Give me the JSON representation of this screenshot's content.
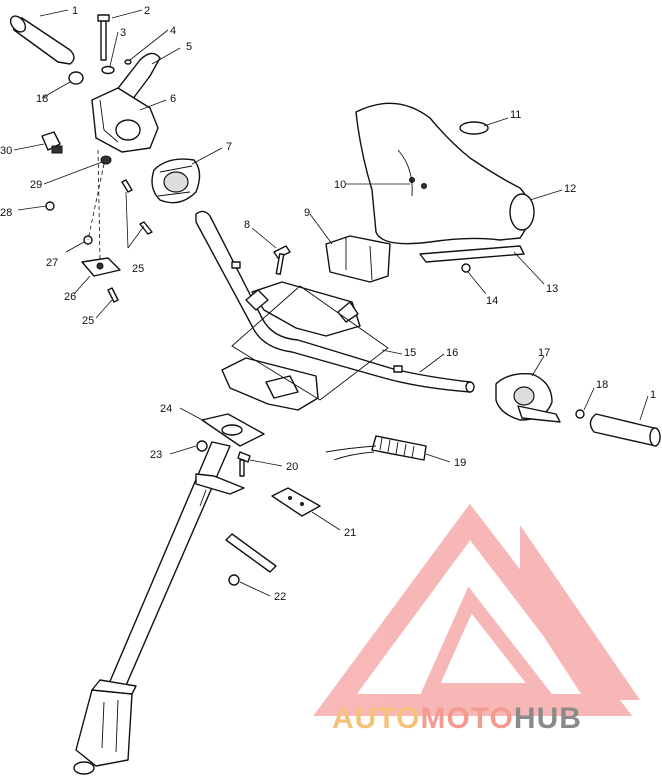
{
  "callouts": [
    {
      "id": "1a",
      "text": "1"
    },
    {
      "id": "2",
      "text": "2"
    },
    {
      "id": "3",
      "text": "3"
    },
    {
      "id": "4",
      "text": "4"
    },
    {
      "id": "5",
      "text": "5"
    },
    {
      "id": "6",
      "text": "6"
    },
    {
      "id": "7",
      "text": "7"
    },
    {
      "id": "8",
      "text": "8"
    },
    {
      "id": "9",
      "text": "9"
    },
    {
      "id": "10",
      "text": "10"
    },
    {
      "id": "11",
      "text": "11"
    },
    {
      "id": "12",
      "text": "12"
    },
    {
      "id": "13",
      "text": "13"
    },
    {
      "id": "14",
      "text": "14"
    },
    {
      "id": "15",
      "text": "15"
    },
    {
      "id": "16",
      "text": "16"
    },
    {
      "id": "17",
      "text": "17"
    },
    {
      "id": "18a",
      "text": "18"
    },
    {
      "id": "18b",
      "text": "18"
    },
    {
      "id": "19",
      "text": "19"
    },
    {
      "id": "20",
      "text": "20"
    },
    {
      "id": "21",
      "text": "21"
    },
    {
      "id": "22",
      "text": "22"
    },
    {
      "id": "23",
      "text": "23"
    },
    {
      "id": "24",
      "text": "24"
    },
    {
      "id": "25a",
      "text": "25"
    },
    {
      "id": "25b",
      "text": "25"
    },
    {
      "id": "26",
      "text": "26"
    },
    {
      "id": "27",
      "text": "27"
    },
    {
      "id": "28",
      "text": "28"
    },
    {
      "id": "29",
      "text": "29"
    },
    {
      "id": "30",
      "text": "30"
    },
    {
      "id": "1b",
      "text": "1"
    }
  ],
  "watermark": {
    "part1": "AUTO",
    "part2": "MOTO",
    "part3": "HUB",
    "colors": {
      "auto": "#f4c27a",
      "moto": "#f59a8f",
      "hub": "#8a8a8a",
      "logo": "#f5a0a0"
    }
  }
}
